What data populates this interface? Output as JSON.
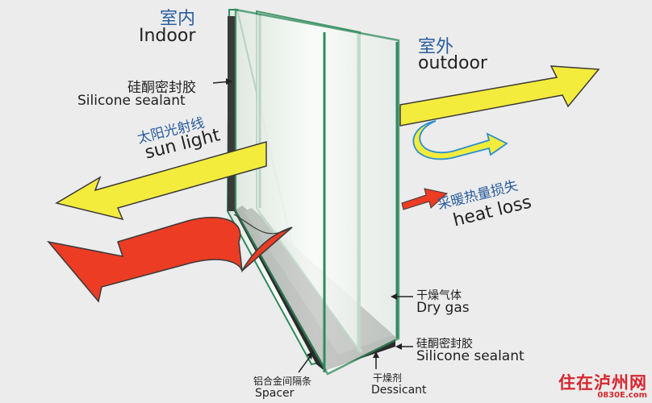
{
  "labels": {
    "indoor_cn": "室内",
    "indoor_en": "Indoor",
    "outdoor_cn": "室外",
    "outdoor_en": "outdoor",
    "sealant_top_cn": "硅酮密封胶",
    "sealant_top_en": "Silicone sealant",
    "sunlight_cn": "太阳光射线",
    "sunlight_en": "sun light",
    "heatloss_cn": "采暖热量损失",
    "heatloss_en": "heat loss",
    "drygas_cn": "干燥气体",
    "drygas_en": "Dry gas",
    "sealant_bottom_cn": "硅酮密封胶",
    "sealant_bottom_en": "Silicone sealant",
    "spacer_cn": "铝合金间隔条",
    "spacer_en": "Spacer",
    "desiccant_cn": "干燥剂",
    "desiccant_en": "Dessicant"
  },
  "watermark": {
    "brand": "住在泸州网",
    "site": "0830E.com"
  },
  "colors": {
    "background": "#ececec",
    "sun_arrow": "#f4ec3c",
    "heat_arrow": "#ec3c24",
    "glass_edge": "#2f8a5c",
    "glass_face": "#f7faf6",
    "spacer": "#2b2b2b",
    "label_blue": "#2a5d9e"
  }
}
